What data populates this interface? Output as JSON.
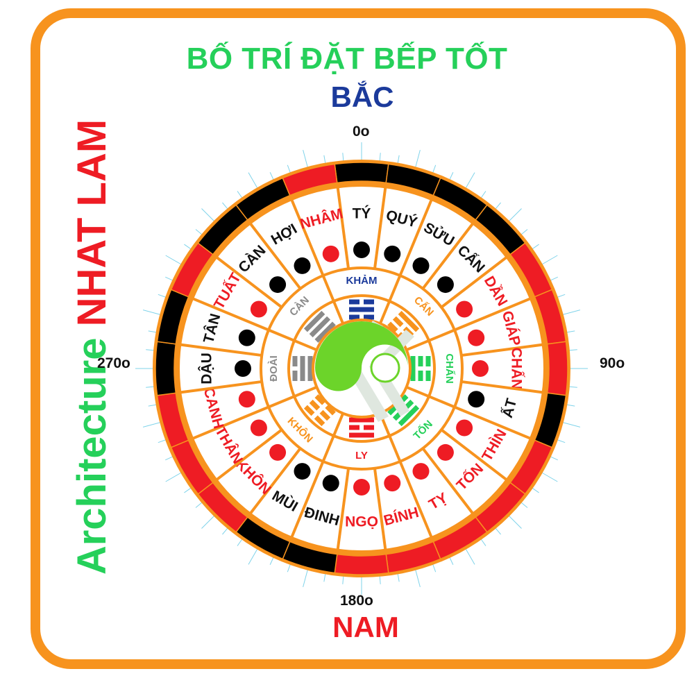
{
  "title": "BỐ TRÍ ĐẶT BẾP TỐT",
  "north_label": "BẮC",
  "south_label": "NAM",
  "side_text": {
    "part1": "Architecture",
    "part2": "NHAT LAM"
  },
  "degrees": {
    "north": "0o",
    "east": "90o",
    "south": "180o",
    "west": "270o"
  },
  "colors": {
    "frame": "#f7931e",
    "title": "#25d05a",
    "north": "#1b3a9b",
    "south": "#ee1c24",
    "good": "#ee1c24",
    "bad": "#000000",
    "ring_line": "#f7931e",
    "green": "#6cd42a"
  },
  "mountains": [
    {
      "name": "TÝ",
      "good": false
    },
    {
      "name": "QUÝ",
      "good": false
    },
    {
      "name": "SỬU",
      "good": false
    },
    {
      "name": "CẤN",
      "good": false
    },
    {
      "name": "DẦN",
      "good": true
    },
    {
      "name": "GIÁP",
      "good": true
    },
    {
      "name": "CHẤN",
      "good": true
    },
    {
      "name": "ẤT",
      "good": false
    },
    {
      "name": "THÌN",
      "good": true
    },
    {
      "name": "TỐN",
      "good": true
    },
    {
      "name": "TỴ",
      "good": true
    },
    {
      "name": "BÍNH",
      "good": true
    },
    {
      "name": "NGỌ",
      "good": true
    },
    {
      "name": "ĐINH",
      "good": false
    },
    {
      "name": "MÙI",
      "good": false
    },
    {
      "name": "KHÔN",
      "good": true
    },
    {
      "name": "THÂN",
      "good": true
    },
    {
      "name": "CANH",
      "good": true
    },
    {
      "name": "DẬU",
      "good": false
    },
    {
      "name": "TÂN",
      "good": false
    },
    {
      "name": "TUẤT",
      "good": true
    },
    {
      "name": "CÀN",
      "good": false
    },
    {
      "name": "HỢI",
      "good": false
    },
    {
      "name": "NHÂM",
      "good": true
    }
  ],
  "trigrams": [
    {
      "name": "KHẢM",
      "color": "#1b3a9b",
      "lines": [
        0,
        1,
        0
      ]
    },
    {
      "name": "CẤN",
      "color": "#f7931e",
      "lines": [
        1,
        0,
        0
      ]
    },
    {
      "name": "CHẤN",
      "color": "#25d05a",
      "lines": [
        0,
        0,
        1
      ]
    },
    {
      "name": "TỐN",
      "color": "#25d05a",
      "lines": [
        1,
        1,
        0
      ]
    },
    {
      "name": "LY",
      "color": "#ee1c24",
      "lines": [
        1,
        0,
        1
      ]
    },
    {
      "name": "KHÔN",
      "color": "#f7931e",
      "lines": [
        0,
        0,
        0
      ]
    },
    {
      "name": "ĐOÀI",
      "color": "#8a8a8a",
      "lines": [
        0,
        1,
        1
      ]
    },
    {
      "name": "CÀN",
      "color": "#8a8a8a",
      "lines": [
        1,
        1,
        1
      ]
    }
  ]
}
